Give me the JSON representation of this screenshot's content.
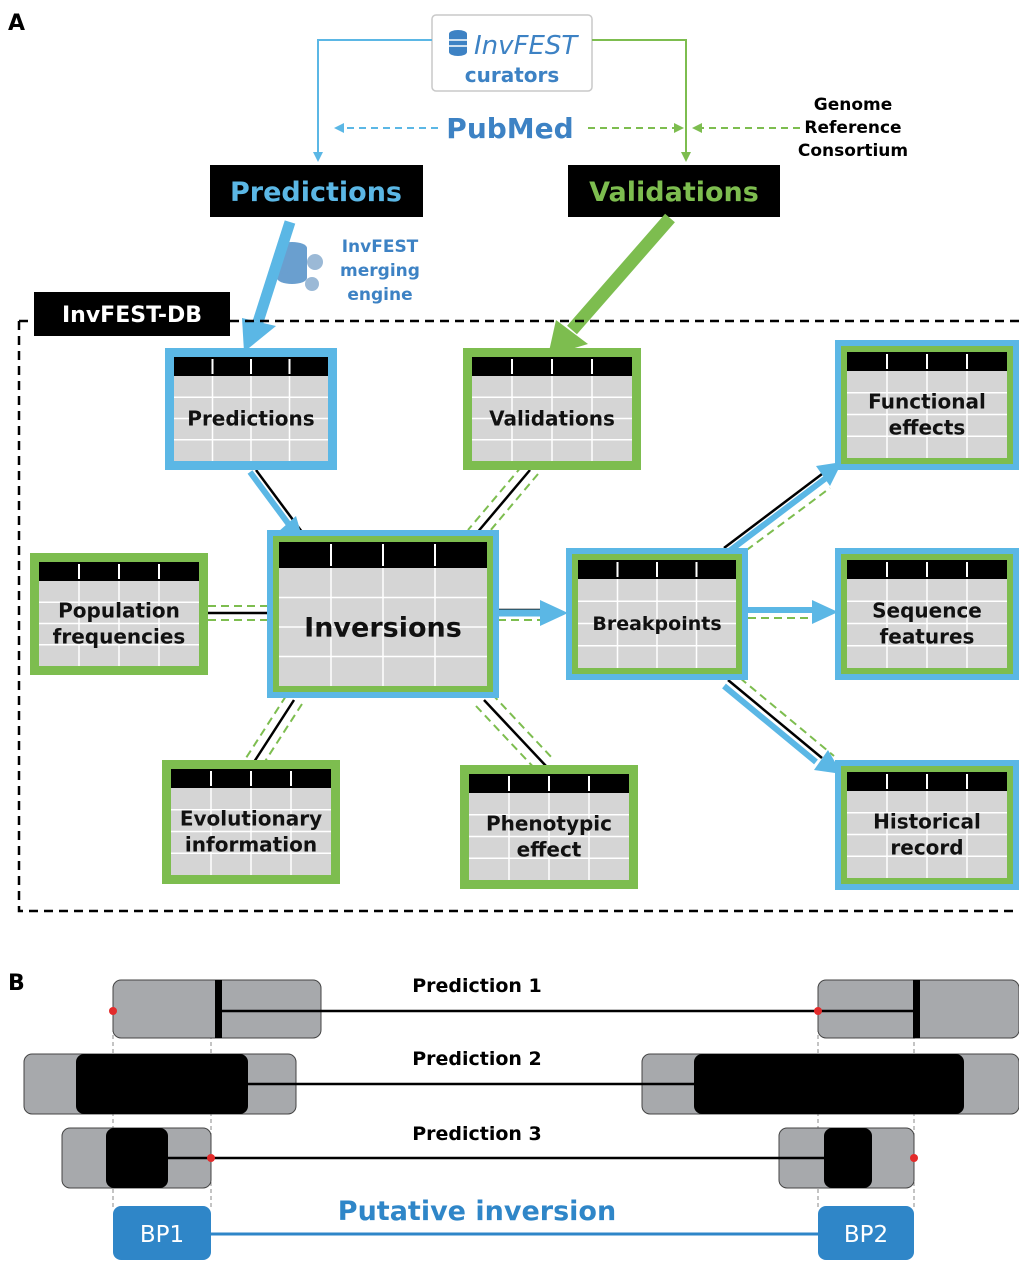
{
  "panel_a": {
    "panel_label": "A",
    "curators": {
      "logo_text": "InvFEST",
      "label": "curators"
    },
    "pubmed": {
      "label": "PubMed"
    },
    "grc": {
      "line1": "Genome",
      "line2": "Reference",
      "line3": "Consortium"
    },
    "predictions_header": "Predictions",
    "validations_header": "Validations",
    "merging": {
      "line1": "InvFEST",
      "line2": "merging",
      "line3": "engine"
    },
    "db_label": "InvFEST-DB",
    "tables": {
      "predictions": "Predictions",
      "validations": "Validations",
      "functional_1": "Functional",
      "functional_2": "effects",
      "population_1": "Population",
      "population_2": "frequencies",
      "inversions": "Inversions",
      "breakpoints": "Breakpoints",
      "sequence_1": "Sequence",
      "sequence_2": "features",
      "evolutionary_1": "Evolutionary",
      "evolutionary_2": "information",
      "phenotypic_1": "Phenotypic",
      "phenotypic_2": "effect",
      "historical_1": "Historical",
      "historical_2": "record"
    }
  },
  "panel_b": {
    "panel_label": "B",
    "prediction_1": "Prediction 1",
    "prediction_2": "Prediction 2",
    "prediction_3": "Prediction 3",
    "putative": "Putative inversion",
    "bp1": "BP1",
    "bp2": "BP2"
  },
  "colors": {
    "blue": "#5bb7e5",
    "green": "#7dbd4f",
    "dark_blue": "#3d82c4",
    "black": "#000000",
    "gray": "#a7a9ac",
    "cell": "#d5d5d5",
    "bp_box": "#2f86c8",
    "red": "#e32b2b"
  }
}
